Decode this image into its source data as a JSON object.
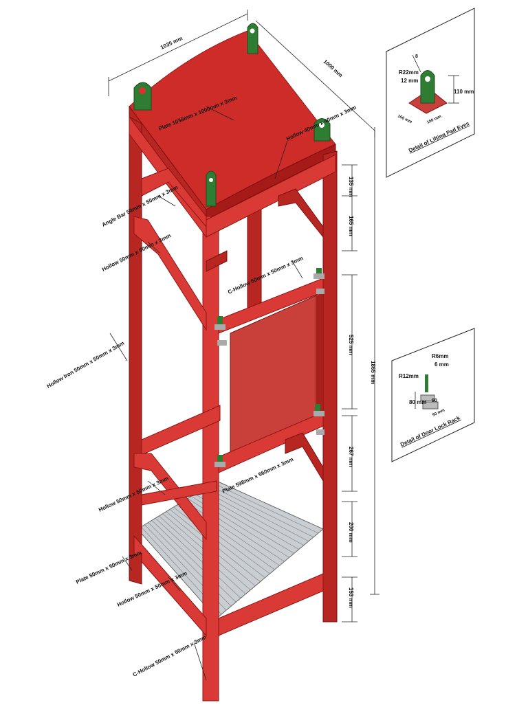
{
  "drawing": {
    "top_dims": {
      "width": "1035 mm",
      "depth": "1000 mm"
    },
    "overall_height": "1865 mm",
    "side_dims": [
      "135 mm",
      "165 mm",
      "525 mm",
      "267 mm",
      "200 mm",
      "153 mm"
    ],
    "labels": {
      "top_plate": "Plate 1035mm x 1000mm x 3mm",
      "top_hollow": "Hollow 40mm x 40mm x 3mm",
      "angle_bar": "Angle Bar 50mm x 50mm x 3mm",
      "hollow_upper": "Hollow 50mm x 50mm x 3mm",
      "c_hollow_upper": "C-Hollow 50mm x 50mm x 3mm",
      "hollow_iron": "Hollow Iron 50mm x 50mm x 3mm",
      "door_plate": "Plate 598mm x 560mm x 3mm",
      "hollow_lower": "Hollow 50mm x 50mm x 3mm",
      "base_plate": "Plate 50mm x 50mm x 3mm",
      "hollow_base": "Hollow 50mm x 50mm x 3mm",
      "c_hollow_base": "C-Hollow 50mm x 50mm x 3mm"
    },
    "detail_lifting": {
      "title": "Detail of Lifting Pad Eyes",
      "r": "R22mm",
      "t": "12 mm",
      "h": "110 mm",
      "w1": "150 mm",
      "w2": "150 mm",
      "small": "8"
    },
    "detail_door": {
      "title": "Detail of Door Lock Rack",
      "r": "R12mm",
      "r2": "R6mm",
      "t": "6 mm",
      "h": "80 mm",
      "w": "50",
      "w2": "50 mm"
    },
    "colors": {
      "frame": "#d93a35",
      "frame_dark": "#b82622",
      "pad_eye": "#2e7d32",
      "grating": "#c9ced3"
    }
  }
}
